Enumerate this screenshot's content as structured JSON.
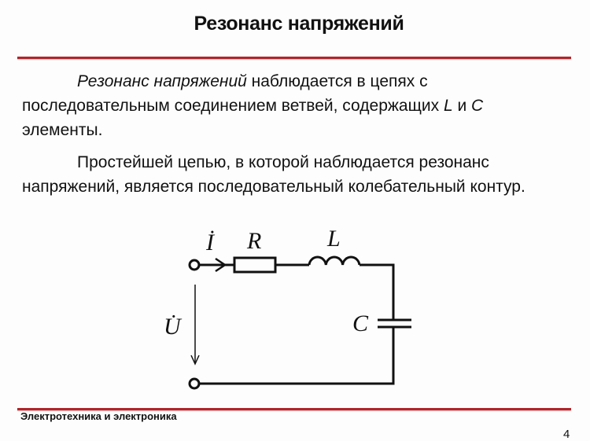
{
  "slide": {
    "title": "Резонанс напряжений",
    "paragraph1": {
      "italic_lead": "Резонанс напряжений",
      "text": " наблюдается в цепях с последовательным соединением ветвей, содержащих ",
      "L": "L",
      "and": " и ",
      "C": "C",
      "end": " элементы."
    },
    "paragraph2": "Простейшей цепью, в которой наблюдается резонанс напряжений, является последовательный колебательный контур.",
    "footer": "Электротехника и электроника",
    "page_number": "4"
  },
  "circuit": {
    "current_label": "İ",
    "voltage_label": "U̇",
    "resistor_label": "R",
    "inductor_label": "L",
    "capacitor_label": "C"
  },
  "colors": {
    "accent": "#b0262b"
  }
}
